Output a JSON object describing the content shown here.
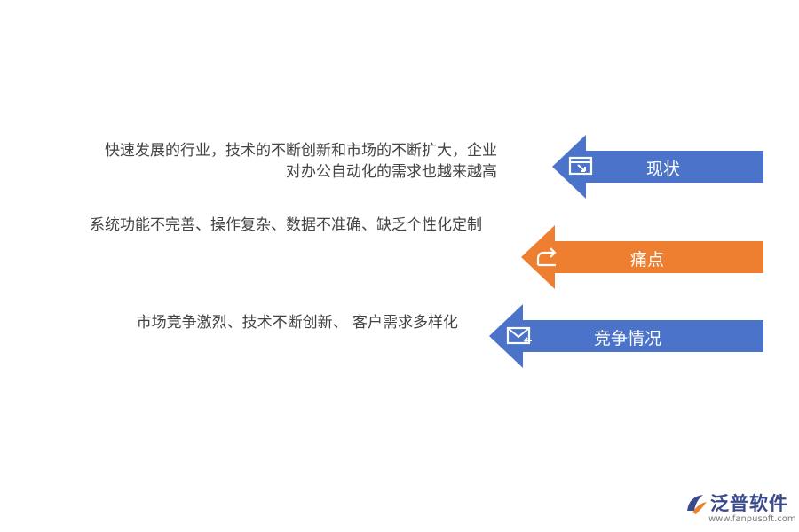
{
  "rows": [
    {
      "label": "现状",
      "desc_lines": [
        "快速发展的行业，技术的不断创新和市场的不断扩大，企业",
        "对办公自动化的需求也越来越高"
      ],
      "color": "#4a73c9",
      "icon": "window-cursor-icon"
    },
    {
      "label": "痛点",
      "desc_lines": [
        "系统功能不完善、操作复杂、数据不准确、缺乏个性化定制"
      ],
      "color": "#ef7f30",
      "icon": "share-arrow-icon"
    },
    {
      "label": "竞争情况",
      "desc_lines": [
        "市场竞争激烈、技术不断创新、 客户需求多样化"
      ],
      "color": "#4a73c9",
      "icon": "mail-reply-icon"
    }
  ],
  "logo": {
    "name": "泛普软件",
    "url": "www.fanpusoft.com",
    "colors": [
      "#3a4a8c",
      "#e8822c"
    ]
  }
}
